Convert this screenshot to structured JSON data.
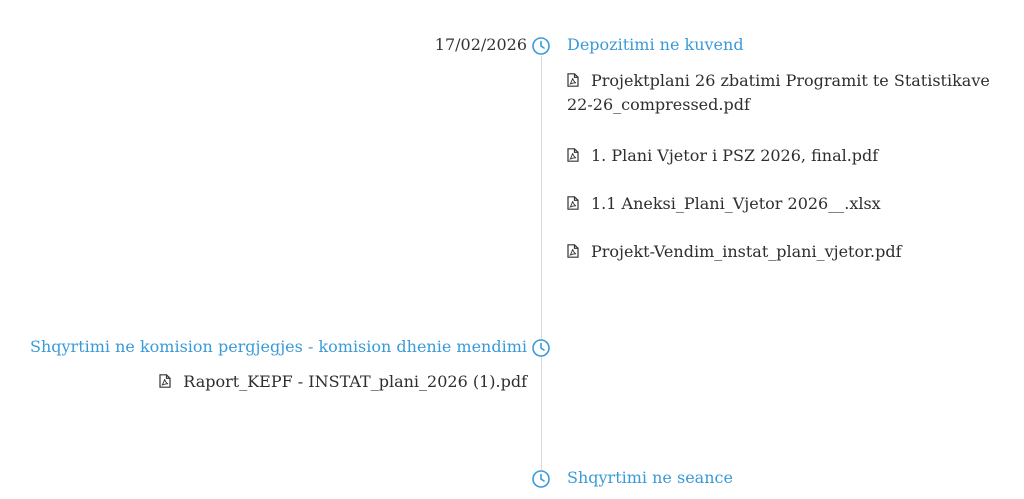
{
  "stages": [
    {
      "date": "17/02/2026",
      "title": "Depozitimi ne kuvend",
      "files": [
        "Projektplani 26 zbatimi Programit te Statistikave 22-26_compressed.pdf",
        "1. Plani Vjetor i PSZ 2026, final.pdf",
        "1.1 Aneksi_Plani_Vjetor 2026__.xlsx",
        "Projekt-Vendim_instat_plani_vjetor.pdf"
      ]
    },
    {
      "date": "",
      "title": "Shqyrtimi ne komision pergjegjes - komision dhenie mendimi",
      "files": [
        "Raport_KEPF - INSTAT_plani_2026 (1).pdf"
      ]
    },
    {
      "date": "",
      "title": "Shqyrtimi ne seance",
      "files": []
    }
  ],
  "icons": {
    "stage": "clock-icon",
    "file": "file-pdf-icon"
  },
  "colors": {
    "accent": "#3a9ad9",
    "line": "#d9d9d9",
    "text": "#2e2e2e"
  }
}
